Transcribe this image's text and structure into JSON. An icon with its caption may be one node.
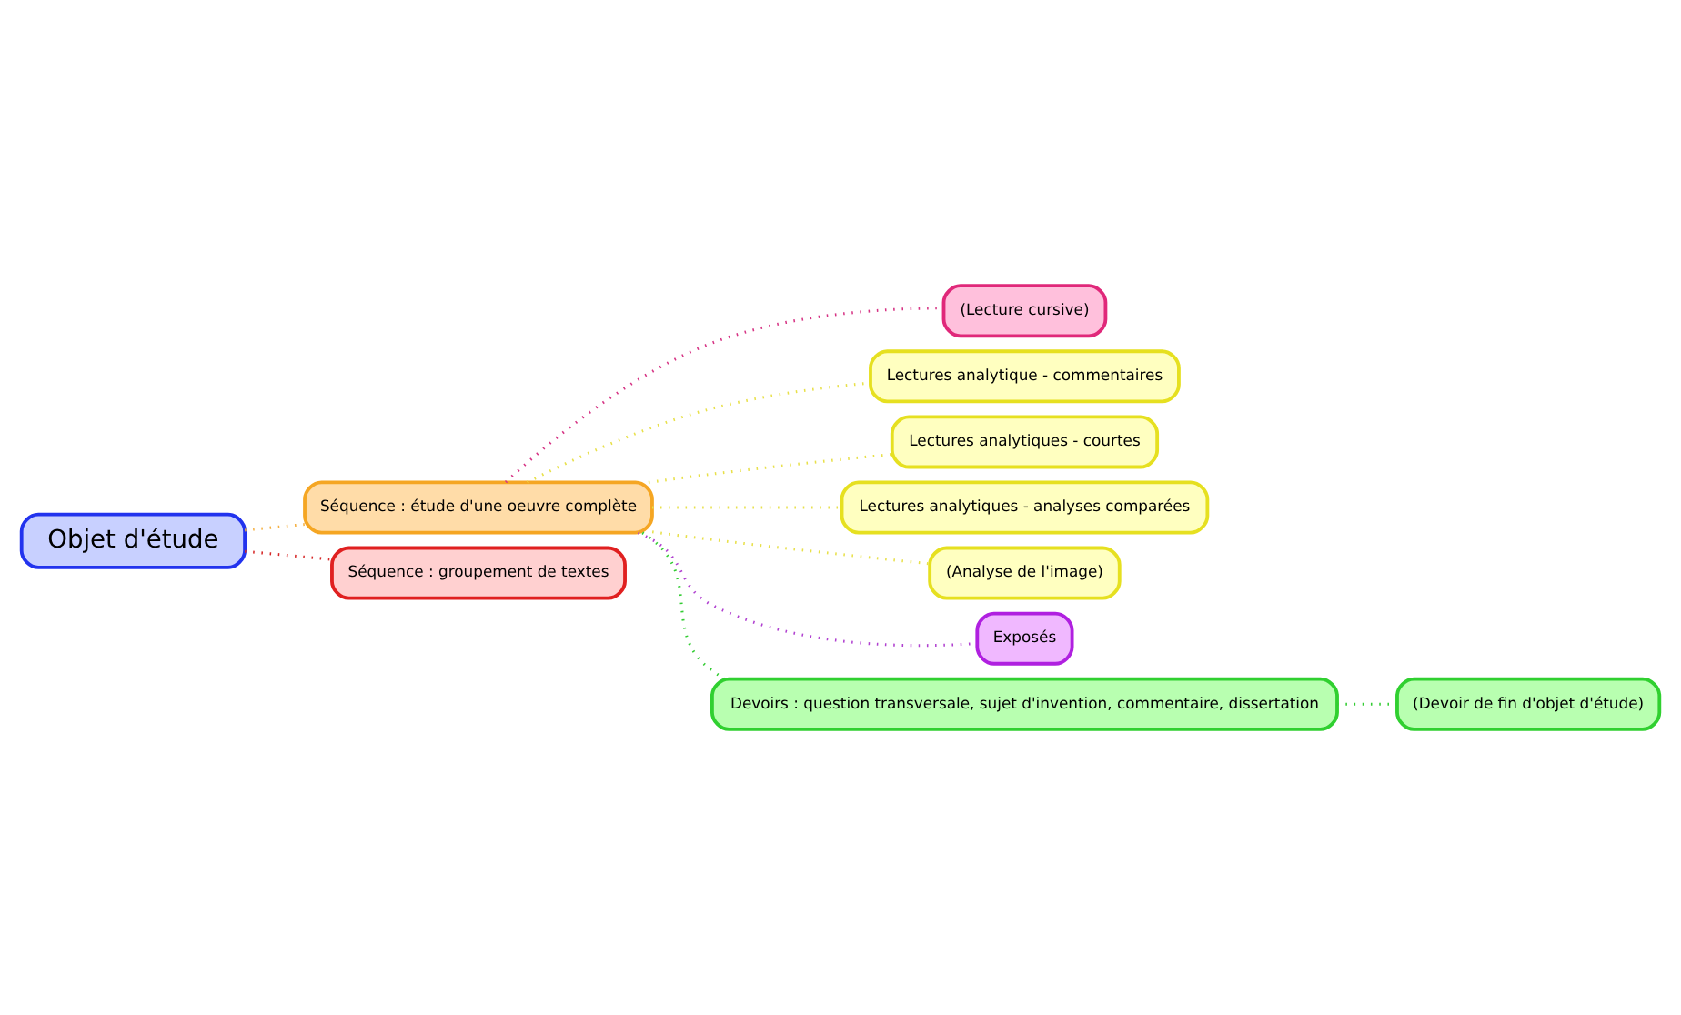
{
  "diagram": {
    "nodes": [
      {
        "text": [
          "Objet d'étude"
        ]
      },
      {
        "text": [
          "Séquence : étude d'une oeuvre complète"
        ]
      },
      {
        "text": [
          "(Lecture cursive)"
        ]
      },
      {
        "text": [
          "Lectures analytique - commentaires"
        ]
      },
      {
        "text": [
          "Lectures analytiques - courtes"
        ]
      },
      {
        "text": [
          "Lectures analytiques - analyses comparées"
        ]
      },
      {
        "text": [
          "(Analyse de l'image)"
        ]
      },
      {
        "text": [
          "Exposés"
        ]
      },
      {
        "text": [
          "Devoirs : question transversale, sujet d'invention, commentaire, dissertation"
        ]
      },
      {
        "text": [
          "(Devoir de fin d'objet d'étude)"
        ]
      },
      {
        "text": [
          "Séquence : groupement de textes"
        ]
      }
    ],
    "edges": [
      {
        "from": 0,
        "to": 1,
        "arrow": "none",
        "color": "#f5b041"
      },
      {
        "from": 1,
        "to": 2,
        "arrow": "none",
        "color": "#d63384"
      },
      {
        "from": 1,
        "to": 3,
        "arrow": "none",
        "color": "#e8e04a"
      },
      {
        "from": 1,
        "to": 4,
        "arrow": "none",
        "color": "#e8e04a"
      },
      {
        "from": 1,
        "to": 5,
        "arrow": "none",
        "color": "#e8e04a"
      },
      {
        "from": 1,
        "to": 6,
        "arrow": "none",
        "color": "#e8e04a"
      },
      {
        "from": 1,
        "to": 7,
        "arrow": "none",
        "color": "#b040d0"
      },
      {
        "from": 1,
        "to": 8,
        "arrow": "none",
        "color": "#33cc33"
      },
      {
        "from": 8,
        "to": 9,
        "arrow": "none",
        "color": "#33cc33"
      },
      {
        "from": 0,
        "to": 10,
        "arrow": "none",
        "color": "#d62828"
      }
    ]
  }
}
